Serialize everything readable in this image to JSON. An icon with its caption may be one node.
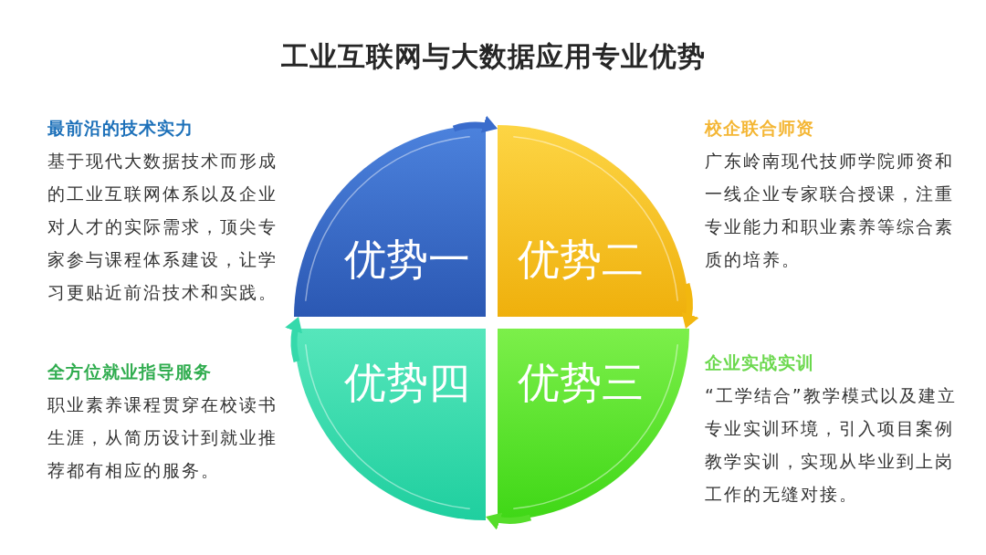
{
  "diagram": {
    "title": "工业互联网与大数据应用专业优势",
    "nodes": [
      {
        "text": [
          "优势一"
        ],
        "beside": [
          "最前沿的技术实力",
          "基于现代大数据技术而形成的工业互联网体系以及企业对人才的实际需求，顶尖专家参与课程体系建设，让学习更贴近前沿技术和实践。"
        ]
      },
      {
        "text": [
          "优势二"
        ],
        "beside": [
          "校企联合师资",
          "广东岭南现代技师学院师资和一线企业专家联合授课，注重专业能力和职业素养等综合素质的培养。"
        ]
      },
      {
        "text": [
          "优势四"
        ],
        "beside": [
          "全方位就业指导服务",
          "职业素养课程贯穿在校读书生涯，从简历设计到就业推荐都有相应的服务。"
        ]
      },
      {
        "text": [
          "优势三"
        ],
        "beside": [
          "企业实战实训",
          "“工学结合”教学模式以及建立专业实训环境，引入项目案例教学实训，实现从毕业到上岗工作的无缝对接。"
        ]
      }
    ],
    "edges": [
      {
        "from": 0,
        "to": 1,
        "arrow": "to",
        "color": "#3a6ccc"
      },
      {
        "from": 1,
        "to": 3,
        "arrow": "to",
        "color": "#f2b70f"
      },
      {
        "from": 3,
        "to": 2,
        "arrow": "to",
        "color": "#55dd2a"
      },
      {
        "from": 2,
        "to": 0,
        "arrow": "to",
        "color": "#35d9ab"
      }
    ]
  }
}
